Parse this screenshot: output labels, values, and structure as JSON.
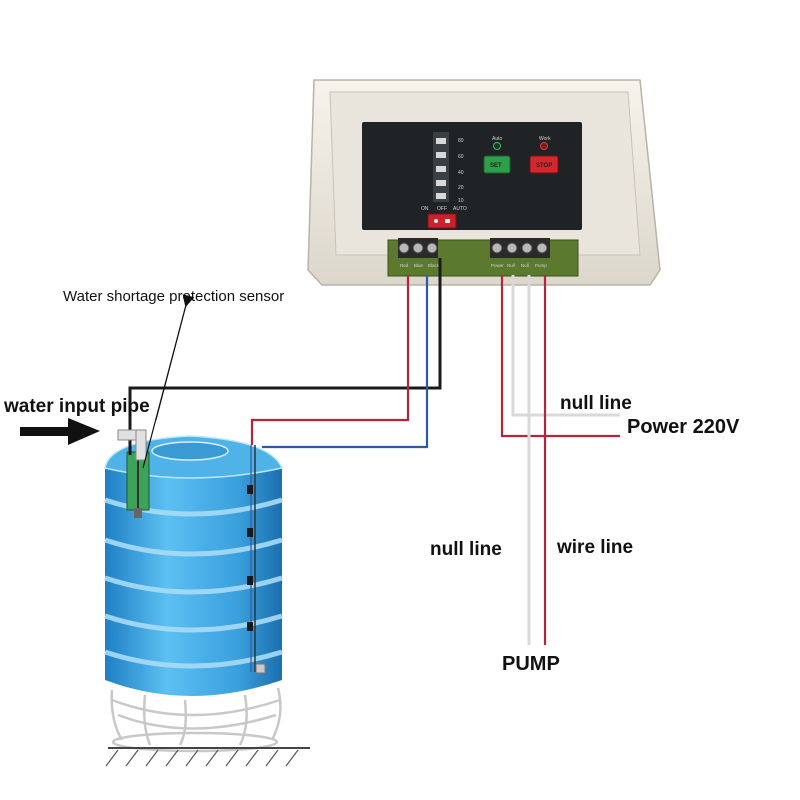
{
  "labels": {
    "water_shortage_sensor": "Water shortage protection sensor",
    "water_input_pipe": "water input pipe",
    "null_line_power": "null line",
    "power_220v": "Power 220V",
    "null_line_pump": "null line",
    "wire_line": "wire line",
    "pump": "PUMP"
  },
  "controller": {
    "set_button": "SET",
    "stop_button": "STOP",
    "indicator_left": "Auto",
    "indicator_right": "Work",
    "switch_labels": [
      "ON",
      "OFF",
      "AUTO"
    ],
    "scale_values": [
      "80",
      "60",
      "40",
      "20",
      "10"
    ],
    "terminal_left_labels": [
      "Red",
      "Blue",
      "Black"
    ],
    "terminal_right_labels": [
      "Power",
      "Null",
      "Null",
      "Pump"
    ]
  },
  "colors": {
    "red_wire": "#b3263a",
    "blue_wire": "#2b5aa8",
    "black_wire": "#1a1a1a",
    "white_wire": "#d9d9d9",
    "tank_blue": "#3fa3df",
    "set_green": "#2e9e4a",
    "stop_red": "#d6262e"
  }
}
